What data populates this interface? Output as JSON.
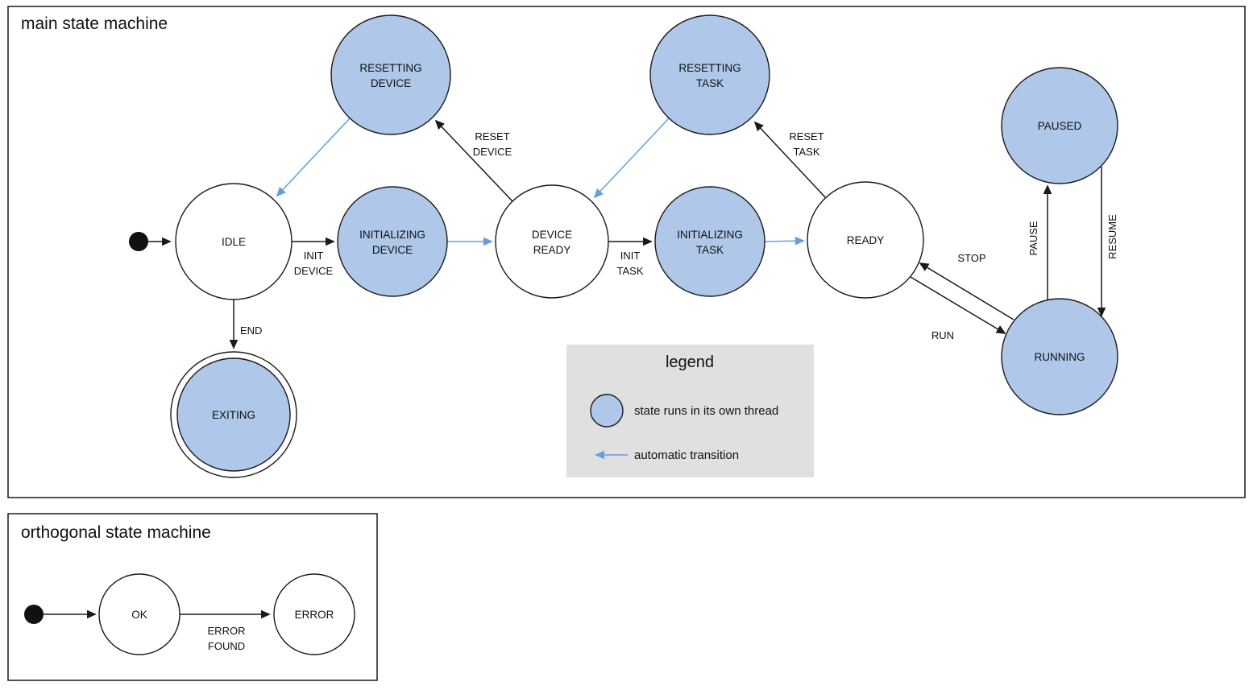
{
  "colors": {
    "thread_state_fill": "#afc7e8",
    "auto_transition_stroke": "#62a0dc",
    "legend_bg": "#e0e0e0"
  },
  "main": {
    "title": "main state machine",
    "states": {
      "idle": {
        "label": "IDLE"
      },
      "resetting_device": {
        "label": [
          "RESETTING",
          "DEVICE"
        ]
      },
      "initializing_device": {
        "label": [
          "INITIALIZING",
          "DEVICE"
        ]
      },
      "device_ready": {
        "label": [
          "DEVICE",
          "READY"
        ]
      },
      "resetting_task": {
        "label": [
          "RESETTING",
          "TASK"
        ]
      },
      "initializing_task": {
        "label": [
          "INITIALIZING",
          "TASK"
        ]
      },
      "ready": {
        "label": "READY"
      },
      "paused": {
        "label": "PAUSED"
      },
      "running": {
        "label": "RUNNING"
      },
      "exiting": {
        "label": "EXITING"
      }
    },
    "transitions": {
      "init_device": {
        "label": [
          "INIT",
          "DEVICE"
        ]
      },
      "reset_device": {
        "label": [
          "RESET",
          "DEVICE"
        ]
      },
      "init_task": {
        "label": [
          "INIT",
          "TASK"
        ]
      },
      "reset_task": {
        "label": [
          "RESET",
          "TASK"
        ]
      },
      "stop": {
        "label": "STOP"
      },
      "run": {
        "label": "RUN"
      },
      "pause": {
        "label": "PAUSE"
      },
      "resume": {
        "label": "RESUME"
      },
      "end": {
        "label": "END"
      }
    }
  },
  "legend": {
    "title": "legend",
    "thread_item": "state runs in its own thread",
    "auto_item": "automatic transition"
  },
  "orthogonal": {
    "title": "orthogonal state machine",
    "states": {
      "ok": {
        "label": "OK"
      },
      "error": {
        "label": "ERROR"
      }
    },
    "transitions": {
      "error_found": {
        "label": [
          "ERROR",
          "FOUND"
        ]
      }
    }
  }
}
